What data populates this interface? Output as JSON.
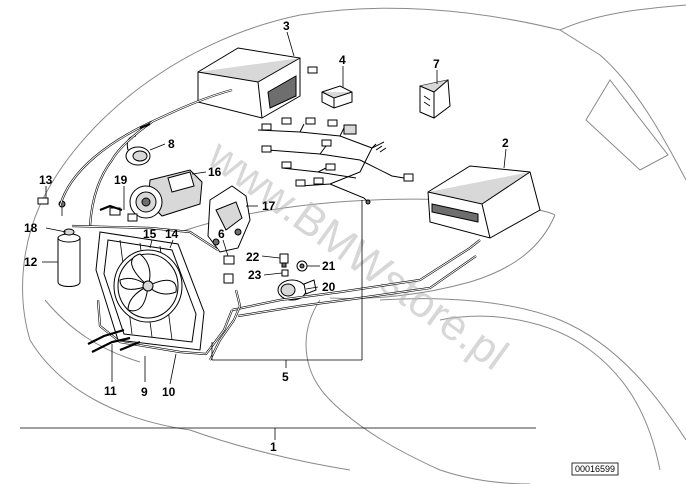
{
  "diagram": {
    "watermark": "www.BMWstore.pl",
    "reference_code": "00016599",
    "callouts": [
      "1",
      "2",
      "3",
      "4",
      "5",
      "6",
      "7",
      "8",
      "9",
      "10",
      "11",
      "12",
      "13",
      "14",
      "15",
      "16",
      "17",
      "18",
      "19",
      "20",
      "21",
      "22",
      "23"
    ]
  }
}
